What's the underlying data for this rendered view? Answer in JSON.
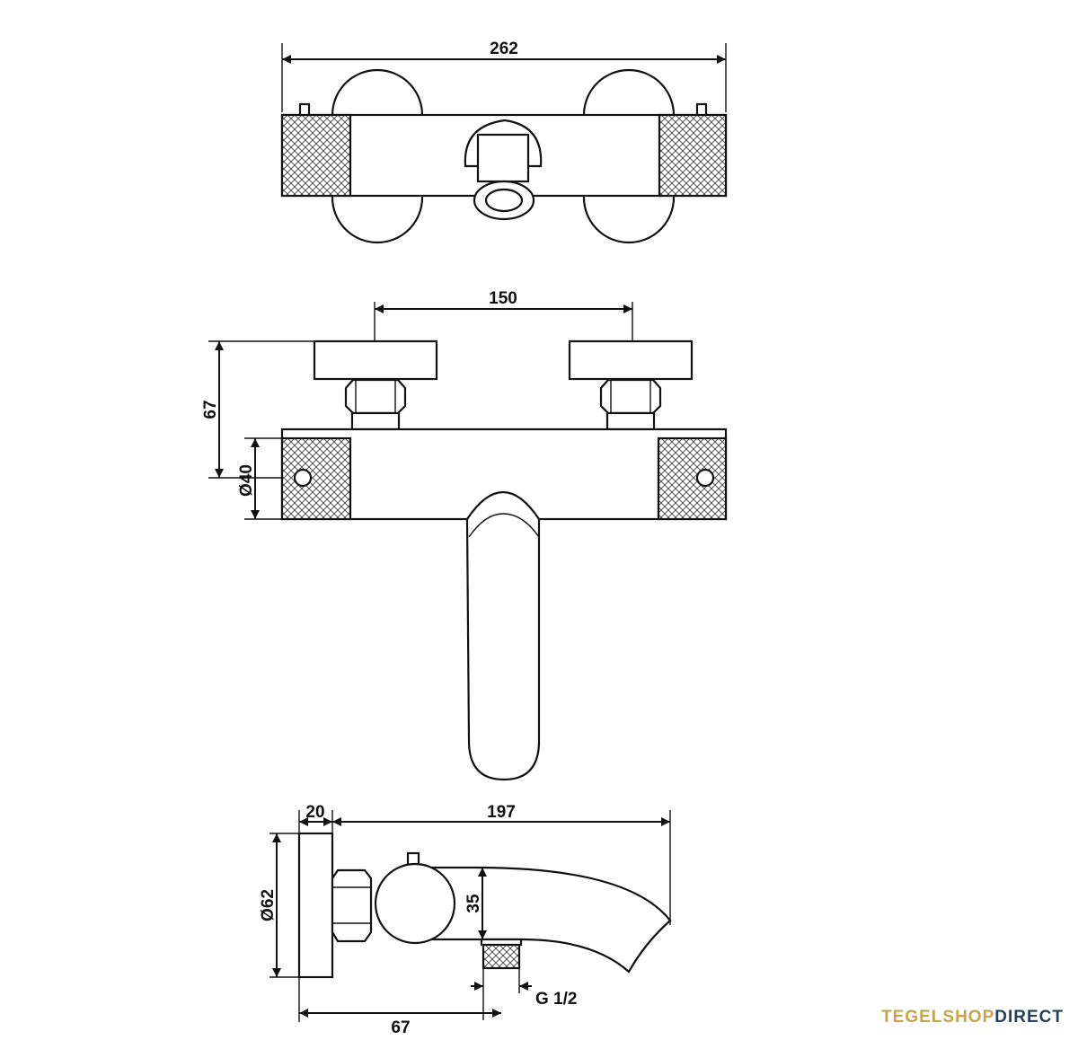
{
  "dimensions": {
    "top_width": "262",
    "handle_spacing": "150",
    "handle_height": "67",
    "body_diameter": "Ø40",
    "side_rosette_depth": "20",
    "spout_length": "197",
    "flange_diameter": "Ø62",
    "spout_offset": "35",
    "thread": "G 1/2",
    "wall_to_outlet": "67"
  },
  "brand": {
    "part1": "TEGELSHOP",
    "part2": "DIRECT",
    "colors": {
      "part1": "#c9a24a",
      "part2": "#23415f"
    }
  }
}
